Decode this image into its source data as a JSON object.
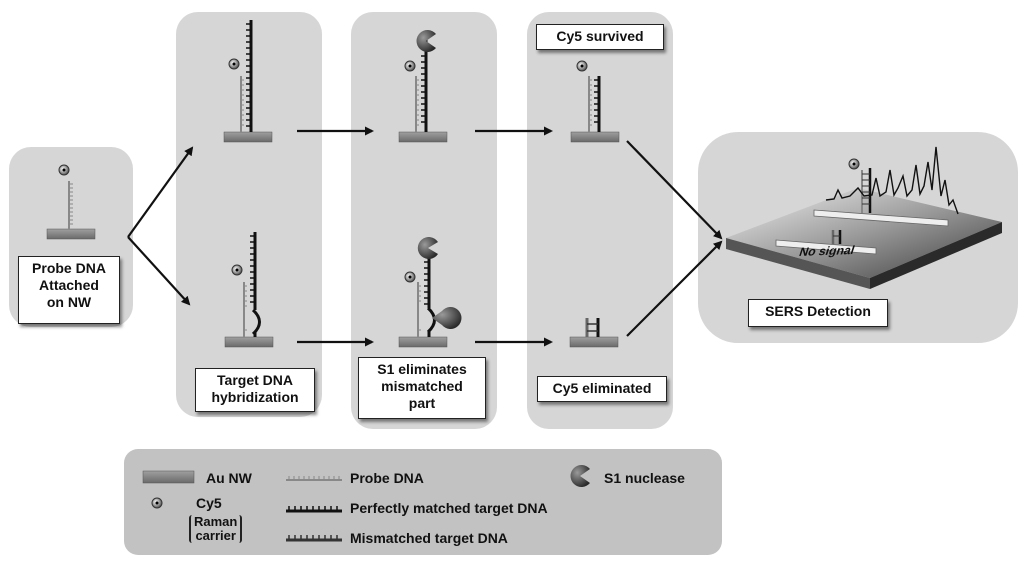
{
  "stages": {
    "probe": {
      "lines": [
        "Probe DNA",
        "Attached",
        "on NW"
      ]
    },
    "hybrid": {
      "lines": [
        "Target DNA",
        "hybridization"
      ]
    },
    "s1": {
      "lines": [
        "S1 eliminates",
        "mismatched",
        "part"
      ]
    },
    "survived": "Cy5 survived",
    "eliminated": "Cy5 eliminated",
    "sers": "SERS Detection",
    "no_signal": "No signal"
  },
  "legend": {
    "au_nw": "Au NW",
    "cy5": "Cy5",
    "raman": [
      "Raman",
      "carrier"
    ],
    "probe_dna": "Probe DNA",
    "perfect_dna": "Perfectly matched target DNA",
    "mismatch_dna": "Mismatched target DNA",
    "s1_nuclease": "S1 nuclease"
  },
  "colors": {
    "panel": "#d6d6d6",
    "panel_dark": "#c2c2c2",
    "dark": "#1a1a1a",
    "wire": "#8a8a8a"
  }
}
